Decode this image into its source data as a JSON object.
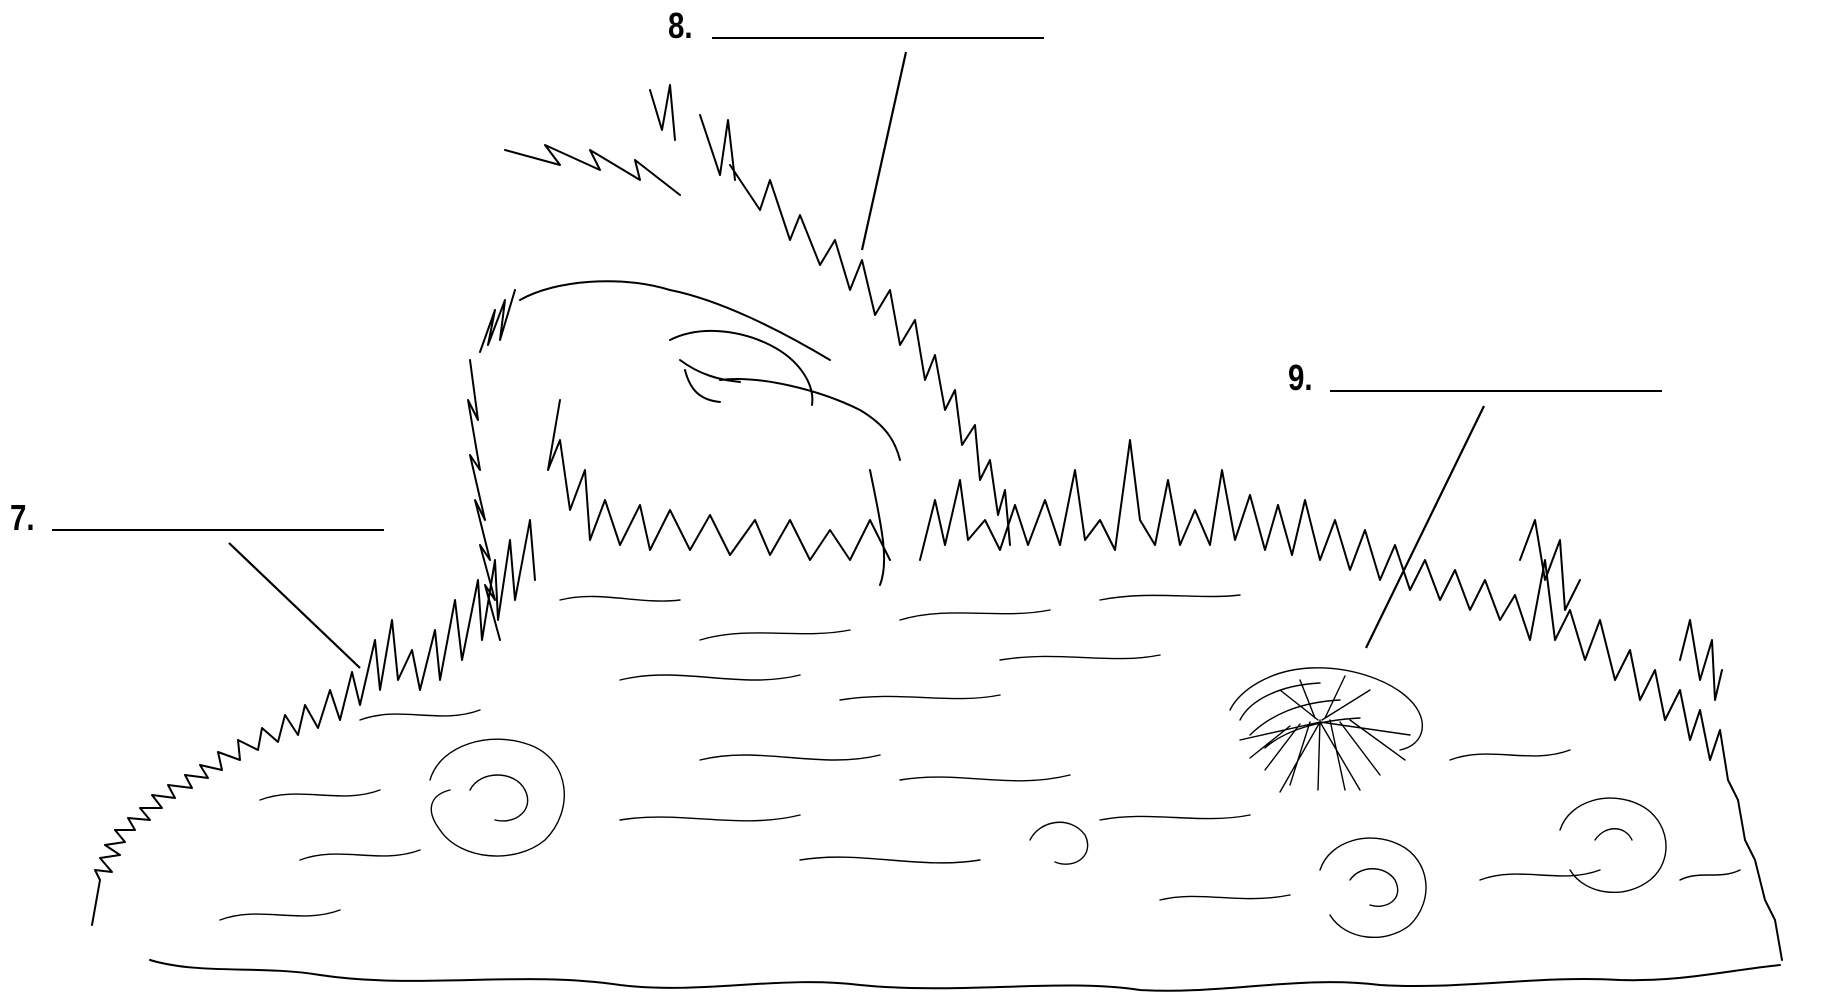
{
  "diagram": {
    "labels": [
      {
        "id": "label-7",
        "number": "7.",
        "answer": ""
      },
      {
        "id": "label-8",
        "number": "8.",
        "answer": ""
      },
      {
        "id": "label-9",
        "number": "9.",
        "answer": ""
      }
    ],
    "colors": {
      "ink": "#000000",
      "background": "#ffffff"
    }
  }
}
